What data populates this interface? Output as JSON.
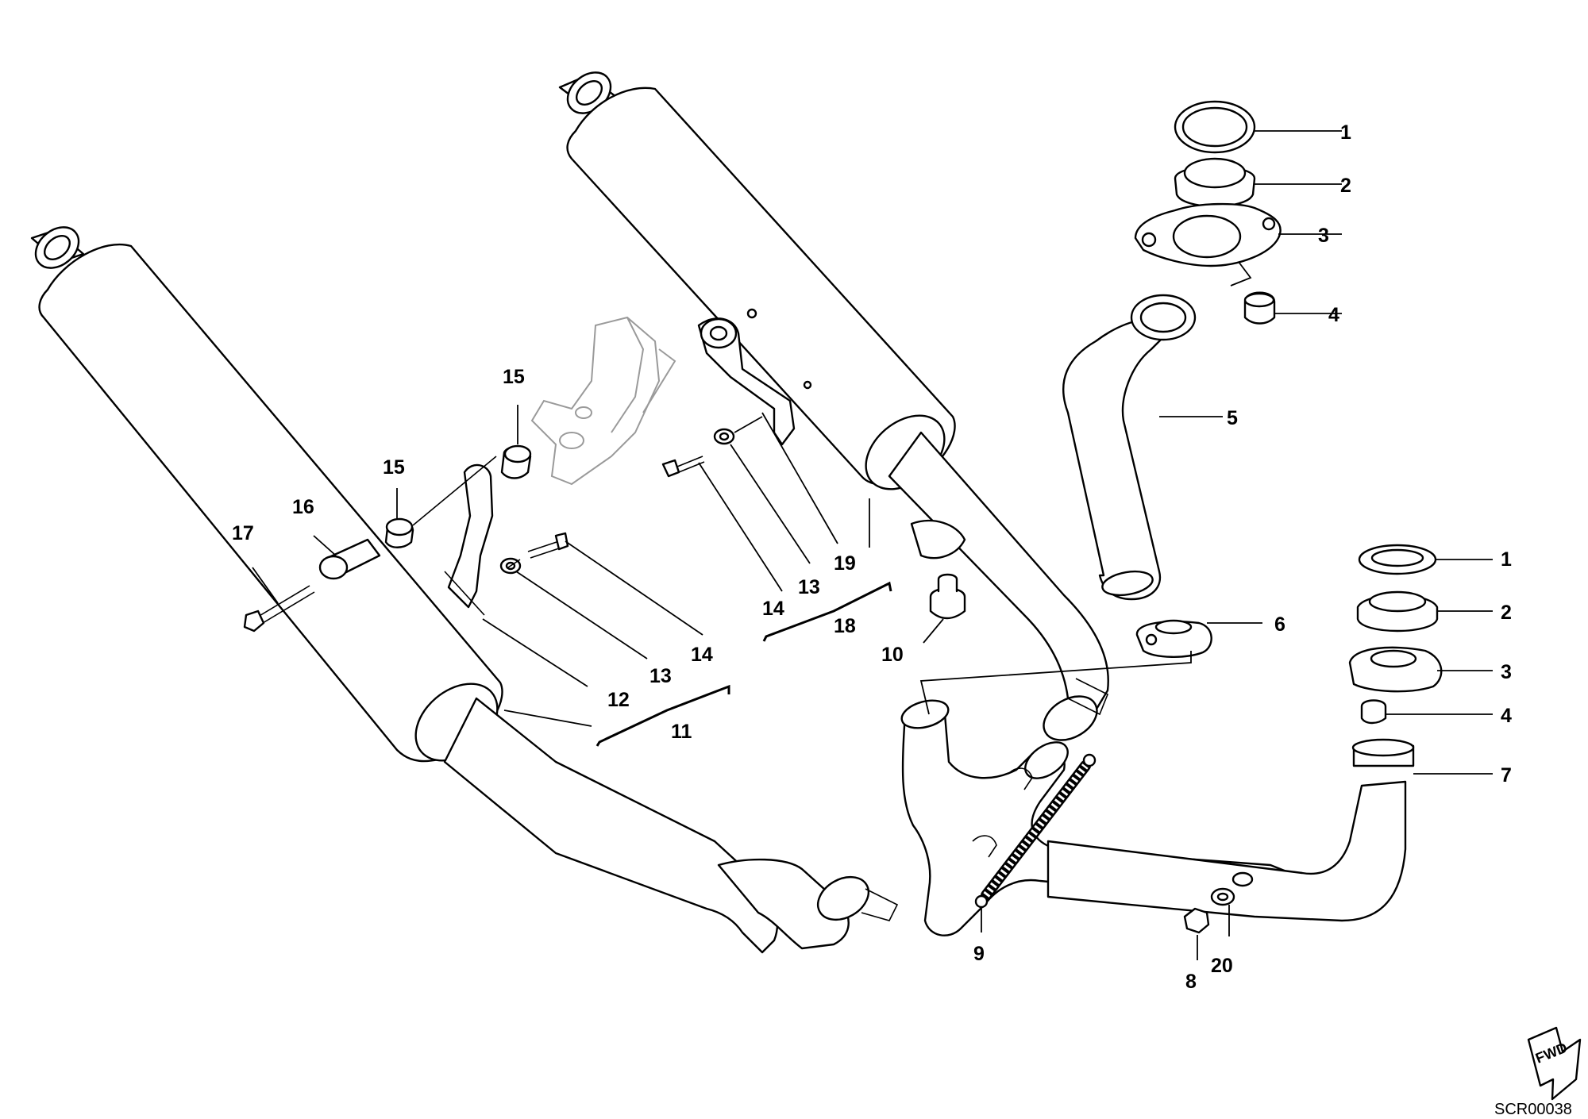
{
  "callouts": {
    "c1a": "1",
    "c2a": "2",
    "c3a": "3",
    "c4a": "4",
    "c5": "5",
    "c6": "6",
    "c1b": "1",
    "c2b": "2",
    "c3b": "3",
    "c4b": "4",
    "c7": "7",
    "c8": "8",
    "c9": "9",
    "c10": "10",
    "c11": "11",
    "c12": "12",
    "c13a": "13",
    "c14a": "14",
    "c13b": "13",
    "c14b": "14",
    "c15a": "15",
    "c15b": "15",
    "c16": "16",
    "c17": "17",
    "c18": "18",
    "c19": "19",
    "c20": "20"
  },
  "fwd_label": "FWD",
  "drawing_code": "SCR00038"
}
